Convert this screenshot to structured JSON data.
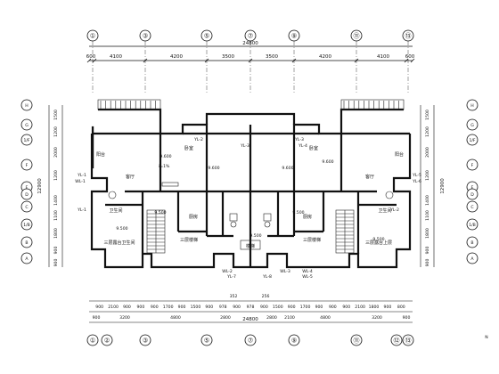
{
  "top_axes": [
    "①",
    "③",
    "⑤",
    "⑦",
    "⑨",
    "⑪",
    "⑬"
  ],
  "bottom_axes": [
    "①",
    "②",
    "③",
    "⑤",
    "⑦",
    "⑨",
    "⑪",
    "⑫",
    "⑬"
  ],
  "left_axes": [
    "H",
    "G",
    "1/F",
    "F",
    "E",
    "D",
    "C",
    "1/B",
    "B",
    "A"
  ],
  "right_axes": [
    "H",
    "G",
    "1/F",
    "F",
    "E",
    "D",
    "C",
    "1/B",
    "B",
    "A"
  ],
  "top_total": "24800",
  "top_dims": [
    "600",
    "4100",
    "4200",
    "3500",
    "3500",
    "4200",
    "4100",
    "600"
  ],
  "bottom_row1": [
    "900",
    "2100",
    "900",
    "900",
    "900",
    "1700",
    "900",
    "1500",
    "900",
    "978",
    "900",
    "978",
    "900",
    "1500",
    "900",
    "1700",
    "900",
    "900",
    "900",
    "2100",
    "1800",
    "900",
    "800"
  ],
  "bottom_row2": [
    "900",
    "3200",
    "4800",
    "2800",
    "2800",
    "2100",
    "4800",
    "3200",
    "900"
  ],
  "bottom_total": "24800",
  "bottom_small": [
    "352",
    "256"
  ],
  "left_dims": [
    "1500",
    "1200",
    "2000",
    "1200",
    "1400",
    "1100",
    "1800",
    "900",
    "900"
  ],
  "left_total": "12900",
  "right_dims": [
    "1500",
    "1200",
    "2000",
    "1200",
    "1400",
    "1100",
    "1800",
    "900",
    "900"
  ],
  "right_total": "12900",
  "rooms": [
    {
      "id": "balcony-left",
      "text": "阳台"
    },
    {
      "id": "living-left",
      "text": "客厅"
    },
    {
      "id": "bedroom-mid-left",
      "text": "卧室"
    },
    {
      "id": "bedroom-mid-right",
      "text": "卧室"
    },
    {
      "id": "balcony-right",
      "text": "阳台"
    },
    {
      "id": "living-right",
      "text": "客厅"
    },
    {
      "id": "kitchen-left",
      "text": "厨房"
    },
    {
      "id": "kitchen-right",
      "text": "厨房"
    },
    {
      "id": "bath-left",
      "text": "卫生间"
    },
    {
      "id": "bath-right",
      "text": "卫生间"
    },
    {
      "id": "terrace-left",
      "text": "三层露台卫生间"
    },
    {
      "id": "terrace-right",
      "text": "三层露台上层"
    },
    {
      "id": "corridor-left",
      "text": "三层楼梯"
    },
    {
      "id": "corridor-right",
      "text": "三层楼梯"
    },
    {
      "id": "stair",
      "text": "楼梯"
    }
  ],
  "elevations": [
    "9.600",
    "9.600",
    "9.600",
    "9.600",
    "9.500",
    "9.500",
    "9.500",
    "9.500",
    "9.500"
  ],
  "slope": "i=1%",
  "pipes": [
    "YL-1",
    "YL-1",
    "YL-2",
    "YL-3",
    "YL-4",
    "YL-5",
    "YL-6",
    "YL-7",
    "YL-8",
    "WL-1",
    "WL-2",
    "WL-3",
    "WL-4",
    "WL-5",
    "YL-2",
    "YL-3"
  ],
  "corner_mark": "N"
}
